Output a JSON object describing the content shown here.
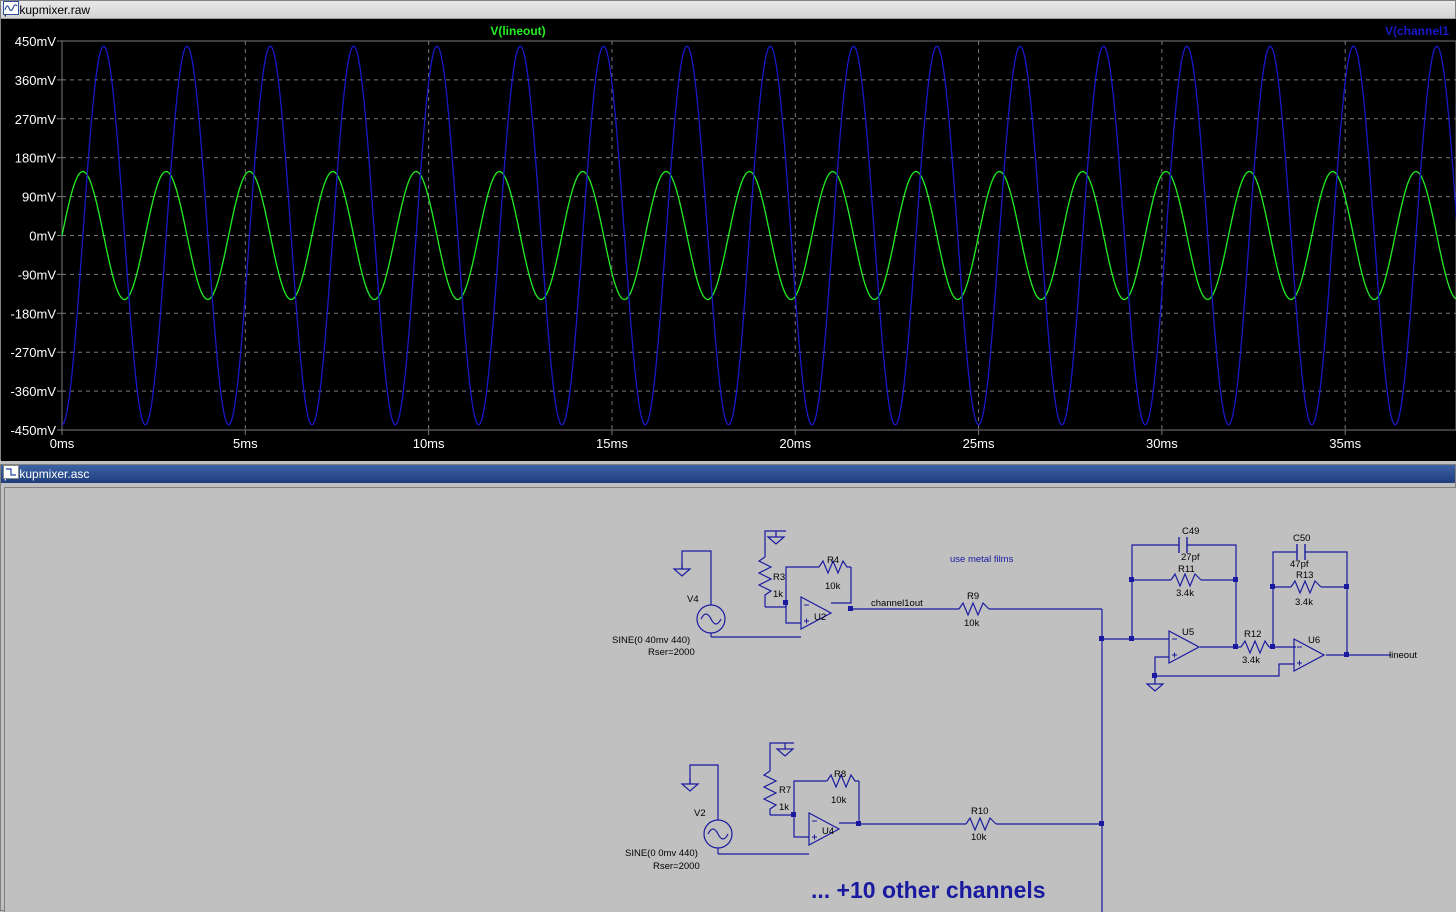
{
  "wave_window": {
    "title": "pickupmixer.raw"
  },
  "schematic_window": {
    "title": "pickupmixer.asc"
  },
  "colors": {
    "bg": "#000000",
    "grid": "#7a7a7a",
    "axis_text": "#ffffff",
    "lineout": "#22ee22",
    "channel1": "#1818c8",
    "wire": "#1a1aa0",
    "comp": "#1a1aa0"
  },
  "chart_data": {
    "type": "line",
    "x_unit": "ms",
    "y_unit": "mV",
    "xlim": [
      0,
      38
    ],
    "ylim": [
      -450,
      450
    ],
    "x_ticks": [
      0,
      5,
      10,
      15,
      20,
      25,
      30,
      35
    ],
    "x_tick_labels": [
      "0ms",
      "5ms",
      "10ms",
      "15ms",
      "20ms",
      "25ms",
      "30ms",
      "35ms"
    ],
    "y_ticks": [
      450,
      360,
      270,
      180,
      90,
      0,
      -90,
      -180,
      -270,
      -360,
      -450
    ],
    "y_tick_labels": [
      "450mV",
      "360mV",
      "270mV",
      "180mV",
      "90mV",
      "0mV",
      "-90mV",
      "-180mV",
      "-270mV",
      "-360mV",
      "-450mV"
    ],
    "grid": true,
    "series": [
      {
        "name": "V(lineout)",
        "signal": "sine",
        "amplitude": 148,
        "frequency_hz": 440,
        "phase_deg": 0,
        "color": "#22ee22"
      },
      {
        "name": "V(channel1",
        "signal": "sine",
        "amplitude": 438,
        "frequency_hz": 440,
        "phase_deg": -90,
        "color": "#1818c8"
      }
    ]
  },
  "schematic": {
    "labels": {
      "v4": "V4",
      "v4_spec": "SINE(0 40mv 440)",
      "v4_rser": "Rser=2000",
      "v2": "V2",
      "v2_spec": "SINE(0 0mv 440)",
      "v2_rser": "Rser=2000",
      "r3": "R3",
      "r3v": "1k",
      "r4": "R4",
      "r4v": "10k",
      "r7": "R7",
      "r7v": "1k",
      "r8": "R8",
      "r8v": "10k",
      "u2": "U2",
      "u4": "U4",
      "u5": "U5",
      "u6": "U6",
      "net_ch1": "channel1out",
      "r9": "R9",
      "r9v": "10k",
      "r10": "R10",
      "r10v": "10k",
      "note": "use metal films",
      "c49": "C49",
      "c49v": "27pf",
      "r11": "R11",
      "r11v": "3.4k",
      "r12": "R12",
      "r12v": "3.4k",
      "c50": "C50",
      "c50v": "47pf",
      "r13": "R13",
      "r13v": "3.4k",
      "net_out": "lineout",
      "other": "... +10 other channels"
    }
  }
}
